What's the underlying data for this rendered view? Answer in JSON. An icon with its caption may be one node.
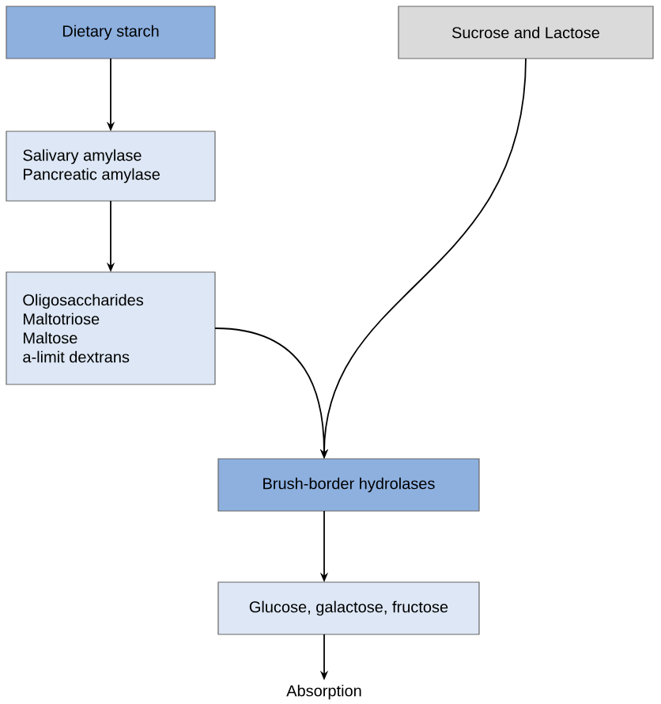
{
  "diagram": {
    "nodes": [
      {
        "text": [
          "Dietary starch"
        ]
      },
      {
        "text": [
          "Sucrose and Lactose"
        ]
      },
      {
        "text": [
          "Salivary amylase",
          "Pancreatic amylase"
        ]
      },
      {
        "text": [
          "Oligosaccharides",
          "Maltotriose",
          "Maltose",
          "a-limit dextrans"
        ]
      },
      {
        "text": [
          "Brush-border hydrolases"
        ]
      },
      {
        "text": [
          "Glucose, galactose, fructose"
        ]
      },
      {
        "text": [
          "Absorption"
        ]
      }
    ],
    "edges": [
      {
        "from": 0,
        "to": 2,
        "arrow": "to"
      },
      {
        "from": 2,
        "to": 3,
        "arrow": "to"
      },
      {
        "from": 3,
        "to": 4,
        "arrow": "to"
      },
      {
        "from": 1,
        "to": 4,
        "arrow": "to"
      },
      {
        "from": 4,
        "to": 5,
        "arrow": "to"
      },
      {
        "from": 5,
        "to": 6,
        "arrow": "to"
      }
    ]
  }
}
